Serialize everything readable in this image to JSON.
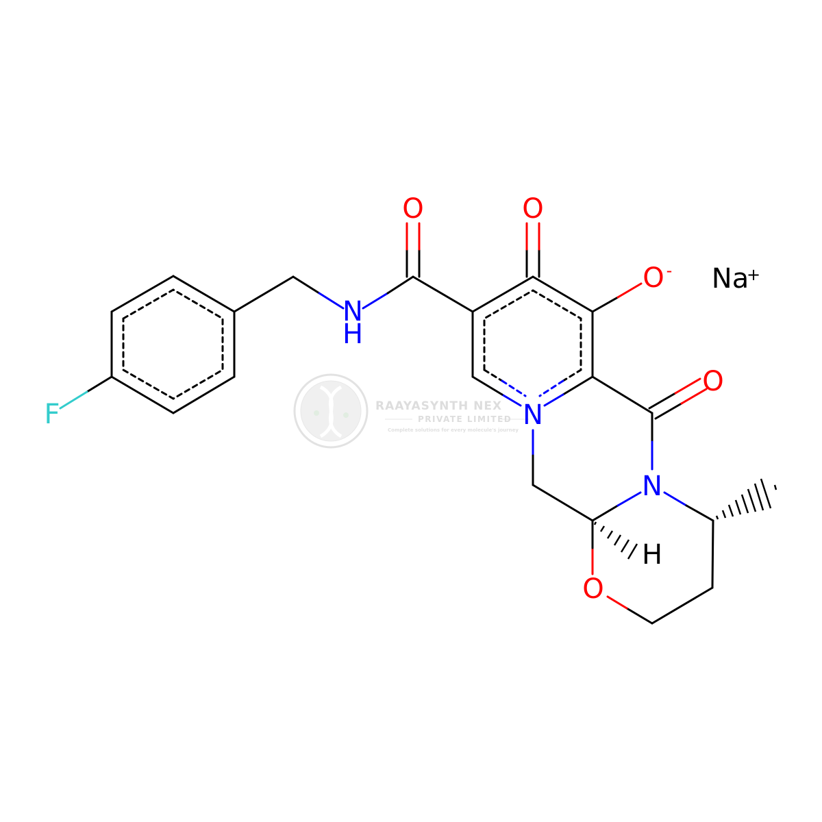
{
  "molecule": {
    "atom_labels": {
      "fluorine": "F",
      "amide_nitrogen": "N",
      "amide_hydrogen": "H",
      "amide_oxygen": "O",
      "ketone_oxygen": "O",
      "oxide_oxygen": "O",
      "oxide_charge": "-",
      "lactam_oxygen": "O",
      "ring_nitrogen": "N",
      "lactam_nitrogen": "N",
      "stereo_hydrogen": "H",
      "ether_oxygen": "O"
    },
    "counter_ion": {
      "element": "Na",
      "charge": "+"
    }
  },
  "watermark": {
    "title": "RAAYASYNTH NEX",
    "subtitle": "PRIVATE LIMITED",
    "tagline": "Complete solutions for every molecule's journey"
  },
  "colors": {
    "carbon_bond": "#000000",
    "nitrogen": "#0000ff",
    "oxygen": "#ff0000",
    "fluorine": "#33cccc",
    "watermark": "#d4d4d4"
  }
}
